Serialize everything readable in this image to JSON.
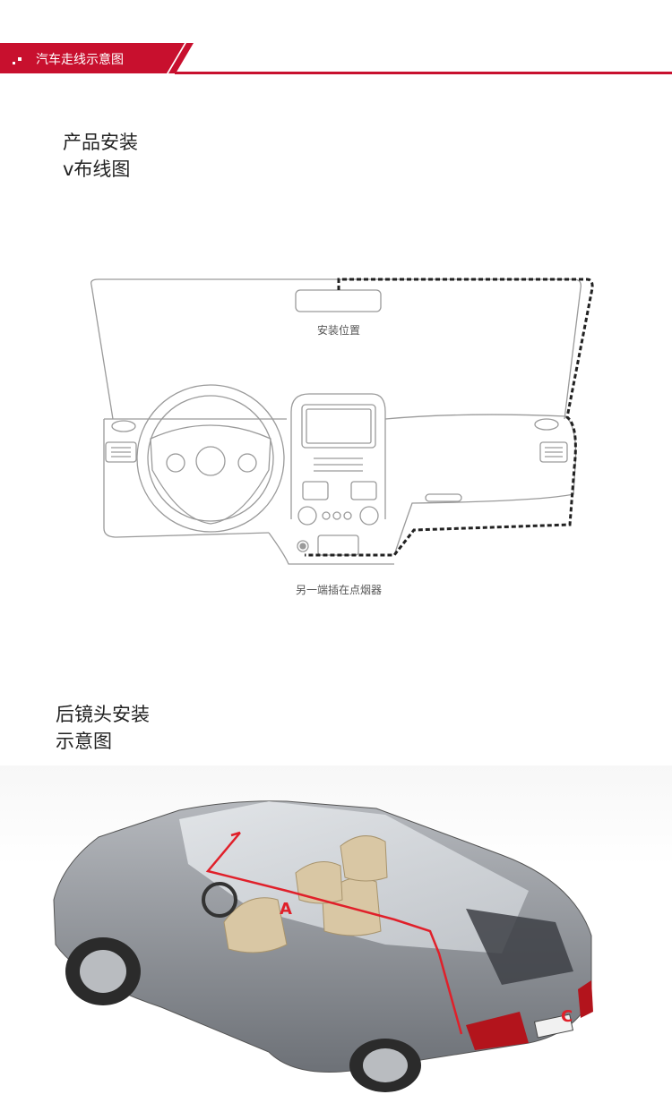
{
  "header": {
    "title": "汽车走线示意图",
    "accent_color": "#c8102e"
  },
  "section1": {
    "label_lines": [
      "产品安装",
      "v布线图"
    ],
    "caption_top": "安装位置",
    "caption_bottom": "另一端插在点烟器"
  },
  "section2": {
    "label_lines": [
      "后镜头安装",
      "示意图"
    ],
    "markers": {
      "a": "A",
      "c": "C"
    },
    "route_color": "#e0202a"
  }
}
